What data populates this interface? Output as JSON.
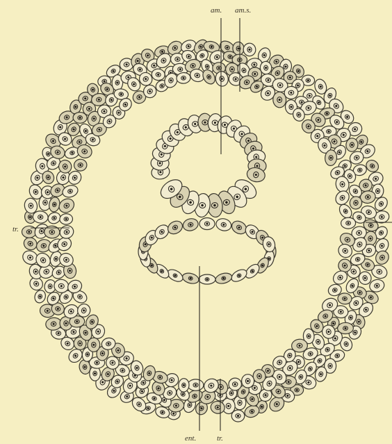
{
  "figure": {
    "labels": {
      "am": "am.",
      "am_s": "am.s.",
      "tr_left": "tr.",
      "ent": "ent.",
      "tr_bottom": "tr."
    }
  },
  "colors": {
    "paper": "#f6efc2",
    "ink": "#2d2a22",
    "cell_fill": "#f2ecd0",
    "cell_shade": "#d9d2b2"
  }
}
